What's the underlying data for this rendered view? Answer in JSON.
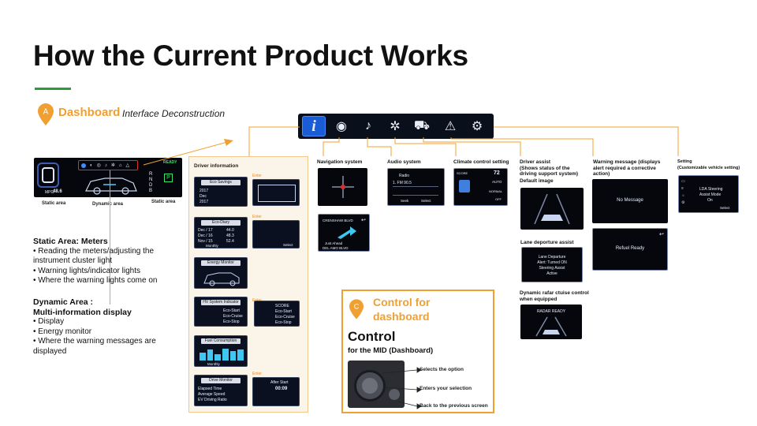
{
  "page": {
    "title": "How the Current Product Works",
    "section_a_label": "Dashboard",
    "section_a_subtitle": "Interface Deconstruction",
    "marker_a": "A",
    "marker_c": "C"
  },
  "cluster": {
    "ready": "READY",
    "gears": [
      "R",
      "N",
      "D",
      "B"
    ],
    "gear_p": "P",
    "mpg_label": "MPG",
    "mpg_value": "48.6",
    "static_area_left": "Static area",
    "dynamic_area": "Dynamic area",
    "static_area_right": "Static area"
  },
  "left_text": {
    "static_heading": "Static Area: Meters",
    "static_items": [
      "• Reading the meters/adjusting the instrument cluster light",
      "• Warning lights/indicator lights",
      "• Where the warning lights come on"
    ],
    "dynamic_heading_1": "Dynamic Area :",
    "dynamic_heading_2": "Multi-information display",
    "dynamic_items": [
      "• Display",
      "• Energy monitor",
      "• Where the warning messages are displayed"
    ]
  },
  "driver_info": {
    "title": "Driver information",
    "enter": "Enter",
    "screens": [
      "Eco Savings",
      "Eco-Diary",
      "Energy Monitor",
      "HV System Indicator",
      "Fuel Consumption Record",
      "Drive Monitor"
    ],
    "eco_savings_rows": [
      "2017",
      "Dec",
      "2017"
    ],
    "eco_diary_rows": [
      "Dec / 17",
      "Dec / 16",
      "Nov / 15"
    ],
    "eco_diary_values": [
      "44.0",
      "48.3",
      "52.4"
    ],
    "hv_items": [
      "Eco-Start",
      "Eco-Cruise",
      "Eco-Stop"
    ],
    "score_label": "SCORE",
    "monthly": "Monthly",
    "select": "Select",
    "drive_monitor_rows": [
      "Elapsed Time",
      "Average Speed",
      "EV Driving Ratio"
    ],
    "after_start": "After Start",
    "after_start_value": "00:09"
  },
  "icon_bar": {
    "icons": [
      "info-icon",
      "navigation-icon",
      "audio-icon",
      "climate-icon",
      "driver-assist-icon",
      "warning-icon",
      "settings-icon"
    ]
  },
  "sections": {
    "navigation": "Navigation system",
    "audio": "Audio system",
    "climate": "Climate control setting",
    "driver_assist": "Driver assist",
    "driver_assist_sub": "(Shows status of the driving support system)",
    "default_image": "Default image",
    "warning_message": "Warning message (displays alert required a corrective action)",
    "setting": "Setting",
    "setting_sub": "(Customizable vehicle setting)",
    "lane_departure": "Lane deporture assist",
    "radar_cruise": "Dynamic rafar ctuise control when equipped"
  },
  "screens": {
    "nav_street": "CRENSHAW BLVD",
    "nav_just_ahead": "Just Ahead",
    "nav_del_amo": "DEL AMO BLVD",
    "audio_source": "Radio",
    "audio_station": "1. FM 90.5",
    "audio_seek": "Seek",
    "audio_select": "Select",
    "climate_score": "SCORE",
    "climate_temp": "72",
    "climate_auto": "AUTO",
    "climate_mode": "NORMAL",
    "climate_off": "OFF",
    "no_message": "No Message",
    "refuel_ready": "Refuel Ready",
    "lane_text": [
      "Lane Departure",
      "Alert: Turned ON",
      "Steering Assist",
      "Active"
    ],
    "radar_ready": "RADAR READY",
    "setting_items": [
      "LDA Steering",
      "Assist Mode",
      "On"
    ],
    "setting_select": "Select"
  },
  "control": {
    "heading_1": "Control for",
    "heading_2": "dashboard",
    "title": "Control",
    "subtitle": "for the MID (Dashboard)",
    "items": [
      "Selects the option",
      "Enters your selection",
      "Back to the previous screen"
    ]
  },
  "colors": {
    "accent": "#f0a030",
    "green_bar": "#2a9d3a",
    "screen_bg": "#05070d"
  }
}
